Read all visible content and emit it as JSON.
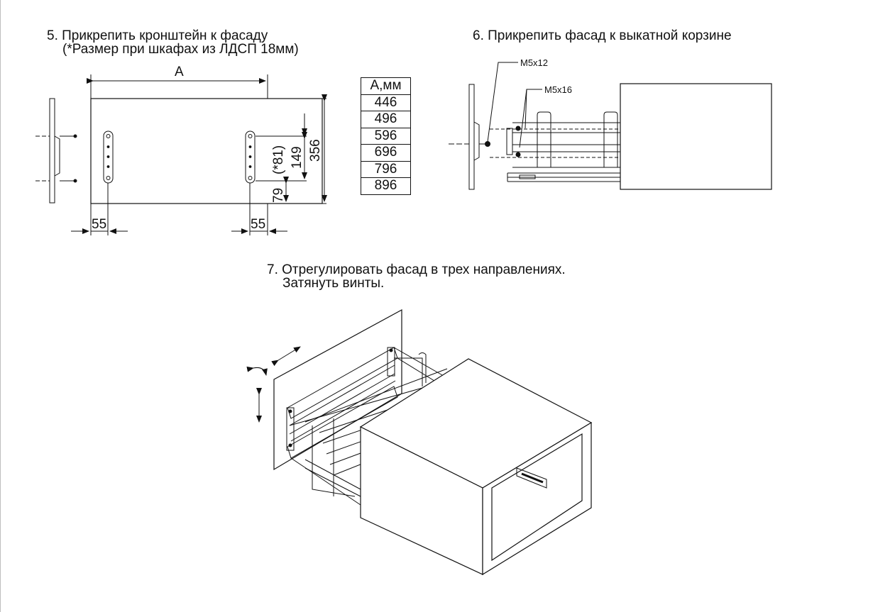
{
  "step5": {
    "title": "5. Прикрепить кронштейн к фасаду",
    "subtitle": "(*Размер при шкафах из ЛДСП 18мм)",
    "dim_a": "A",
    "dim_356": "356",
    "dim_149": "149",
    "dim_81": "(*81)",
    "dim_79": "79",
    "dim_55_left": "55",
    "dim_55_right": "55"
  },
  "size_table": {
    "header": "A,мм",
    "rows": [
      "446",
      "496",
      "596",
      "696",
      "796",
      "896"
    ]
  },
  "step6": {
    "title": "6. Прикрепить фасад к выкатной корзине",
    "screw_1": "M5x12",
    "screw_2": "M5x16"
  },
  "step7": {
    "title": "7. Отрегулировать фасад в трех направлениях.",
    "subtitle": "Затянуть винты."
  },
  "colors": {
    "line": "#111111",
    "frame": "#bdbdbd",
    "background": "#ffffff"
  }
}
